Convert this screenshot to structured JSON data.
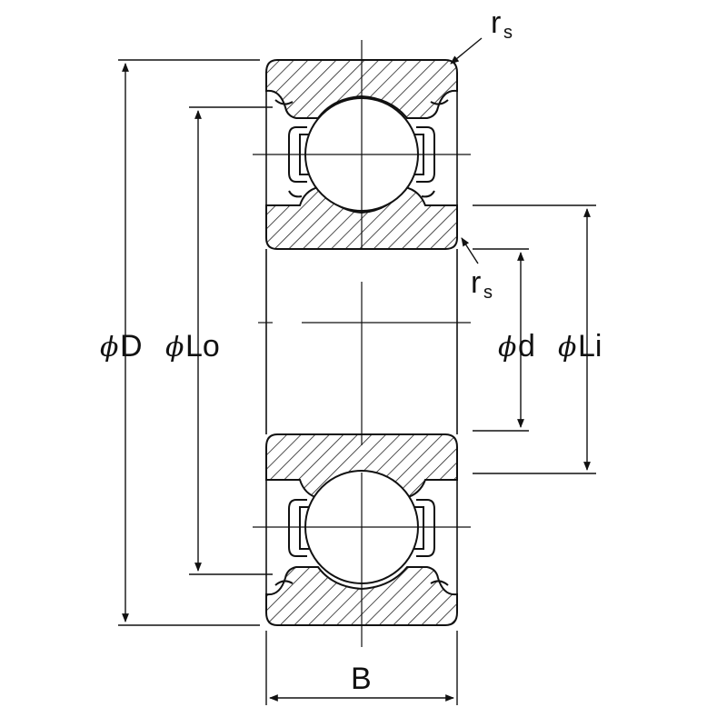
{
  "diagram": {
    "labels": {
      "outer_diameter": "D",
      "outer_land_diameter": "Lo",
      "bore_diameter": "d",
      "inner_land_diameter": "Li",
      "width": "B",
      "chamfer": "r",
      "chamfer_subscript": "s"
    },
    "diameter_symbol": "ϕ",
    "colors": {
      "line": "#111111",
      "hatch": "#222222",
      "background": "#ffffff"
    }
  }
}
